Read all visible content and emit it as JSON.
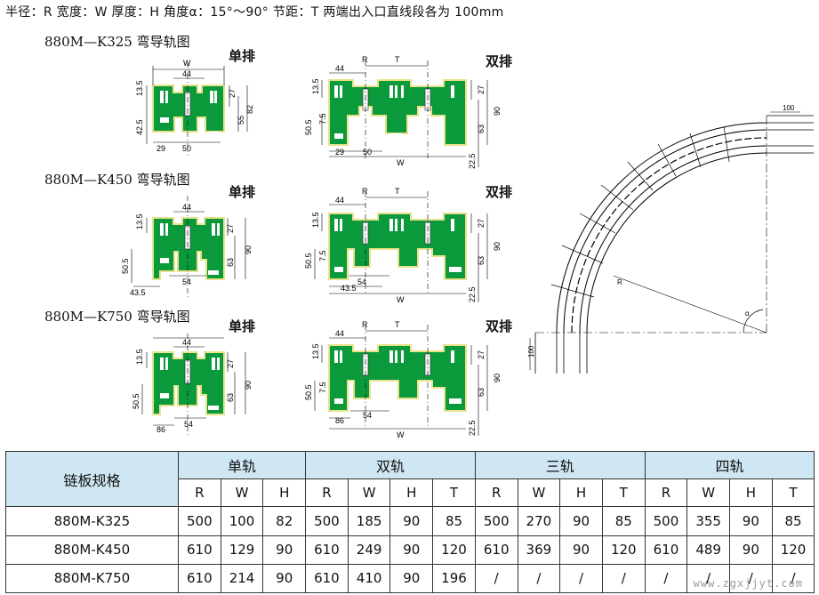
{
  "header": {
    "text": "半径：R  宽度：W  厚度：H  角度α：15°～90°  节距：T  两端出入口直线段各为 100mm"
  },
  "sections": [
    {
      "title": "880M—K325 弯导轨图",
      "single_label": "单排",
      "double_label": "双排",
      "single": {
        "w": "W",
        "d44": "44",
        "d13": "13.5",
        "d42": "42.5",
        "d29": "29",
        "d50": "50",
        "d27": "27",
        "d55": "55",
        "d82": "82"
      },
      "double": {
        "r": "R",
        "t": "T",
        "w": "W",
        "d44": "44",
        "d13": "13.5",
        "d50_5": "50.5",
        "d7_5": "7.5",
        "d29": "29",
        "d50": "50",
        "d27": "27",
        "d63": "63",
        "d90": "90",
        "d22": "22.5"
      }
    },
    {
      "title": "880M—K450 弯导轨图",
      "single_label": "单排",
      "double_label": "双排",
      "single": {
        "d44": "44",
        "d13": "13.5",
        "d50_5": "50.5",
        "d43": "43.5",
        "d54": "54",
        "d27": "27",
        "d63": "63",
        "d90": "90"
      },
      "double": {
        "r": "R",
        "t": "T",
        "w": "W",
        "d44": "44",
        "d13": "13.5",
        "d50_5": "50.5",
        "d7_5": "7.5",
        "d43": "43.5",
        "d54": "54",
        "d27": "27",
        "d63": "63",
        "d90": "90",
        "d22": "22.5"
      }
    },
    {
      "title": "880M—K750 弯导轨图",
      "single_label": "单排",
      "double_label": "双排",
      "single": {
        "d44": "44",
        "d13": "13.5",
        "d50_5": "50.5",
        "d86": "86",
        "d54": "54",
        "d27": "27",
        "d63": "63",
        "d90": "90"
      },
      "double": {
        "r": "R",
        "t": "T",
        "w": "W",
        "d44": "44",
        "d13": "13.5",
        "d50_5": "50.5",
        "d7_5": "7.5",
        "d86": "86",
        "d54": "54",
        "d27": "27",
        "d63": "63",
        "d90": "90",
        "d22": "22.5"
      }
    }
  ],
  "curve": {
    "d100_top": "100",
    "d100_side": "100",
    "r": "R",
    "alpha": "α"
  },
  "table": {
    "name_header": "链板规格",
    "groups": [
      "单轨",
      "双轨",
      "三轨",
      "四轨"
    ],
    "sub_single": [
      "R",
      "W",
      "H"
    ],
    "sub_multi": [
      "R",
      "W",
      "H",
      "T"
    ],
    "rows": [
      {
        "name": "880M-K325",
        "cells": [
          "500",
          "100",
          "82",
          "500",
          "185",
          "90",
          "85",
          "500",
          "270",
          "90",
          "85",
          "500",
          "355",
          "90",
          "85"
        ]
      },
      {
        "name": "880M-K450",
        "cells": [
          "610",
          "129",
          "90",
          "610",
          "249",
          "90",
          "120",
          "610",
          "369",
          "90",
          "120",
          "610",
          "489",
          "90",
          "120"
        ]
      },
      {
        "name": "880M-K750",
        "cells": [
          "610",
          "214",
          "90",
          "610",
          "410",
          "90",
          "196",
          "/",
          "/",
          "/",
          "/",
          "/",
          "/",
          "/",
          "/"
        ]
      }
    ]
  },
  "watermark": "www.zgxjjyt.com",
  "colors": {
    "profile_fill": "#0a9a3c",
    "profile_edge": "#e8e28a",
    "table_header": "#cfe6f3"
  }
}
